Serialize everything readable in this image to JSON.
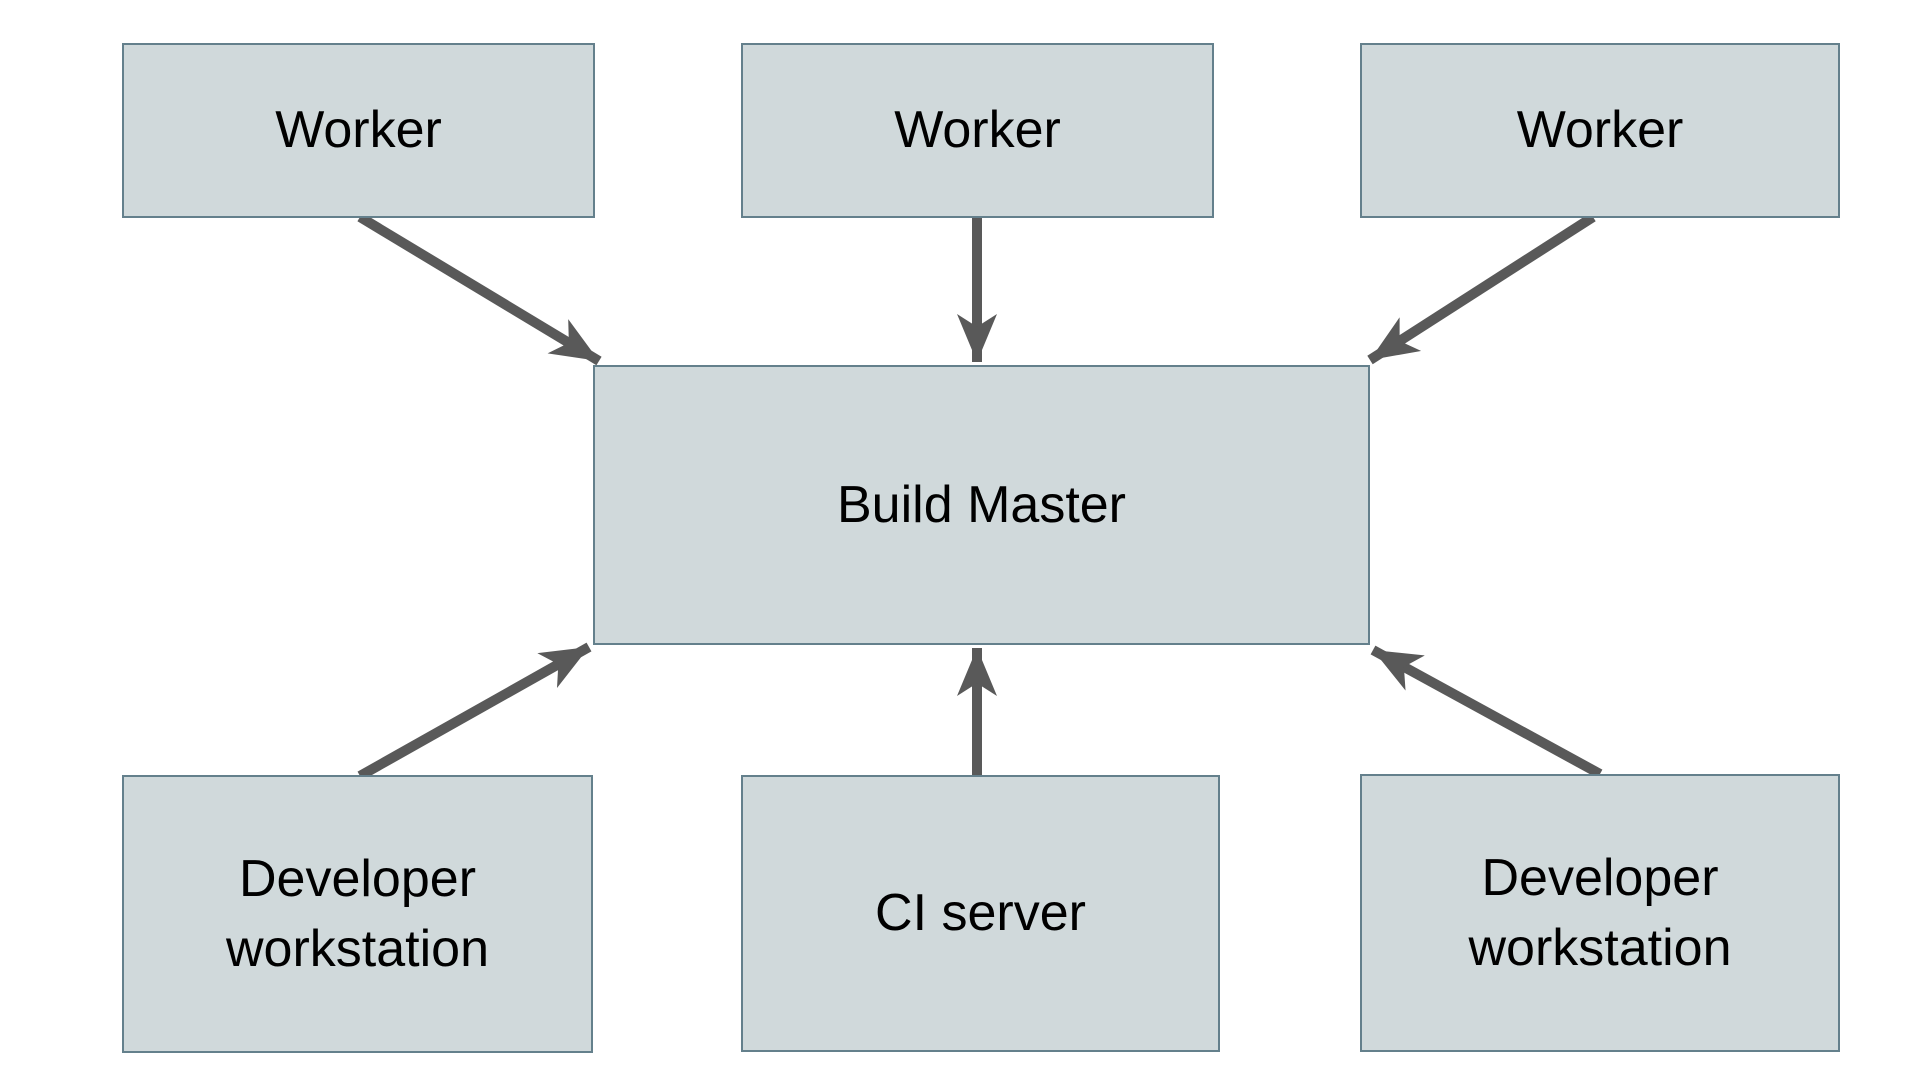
{
  "nodes": [
    {
      "id": "worker-1",
      "label": "Worker"
    },
    {
      "id": "worker-2",
      "label": "Worker"
    },
    {
      "id": "worker-3",
      "label": "Worker"
    },
    {
      "id": "build-master",
      "label": "Build Master"
    },
    {
      "id": "developer-workstation-left",
      "label": "Developer workstation"
    },
    {
      "id": "ci-server",
      "label": "CI server"
    },
    {
      "id": "developer-workstation-right",
      "label": "Developer workstation"
    }
  ],
  "edges": [
    {
      "from": "worker-1",
      "to": "build-master"
    },
    {
      "from": "worker-2",
      "to": "build-master"
    },
    {
      "from": "worker-3",
      "to": "build-master"
    },
    {
      "from": "developer-workstation-left",
      "to": "build-master"
    },
    {
      "from": "ci-server",
      "to": "build-master"
    },
    {
      "from": "developer-workstation-right",
      "to": "build-master"
    }
  ],
  "colors": {
    "node_fill": "#d0d9db",
    "node_border": "#64808c",
    "arrow": "#595959",
    "text": "#000000",
    "background": "#ffffff"
  }
}
